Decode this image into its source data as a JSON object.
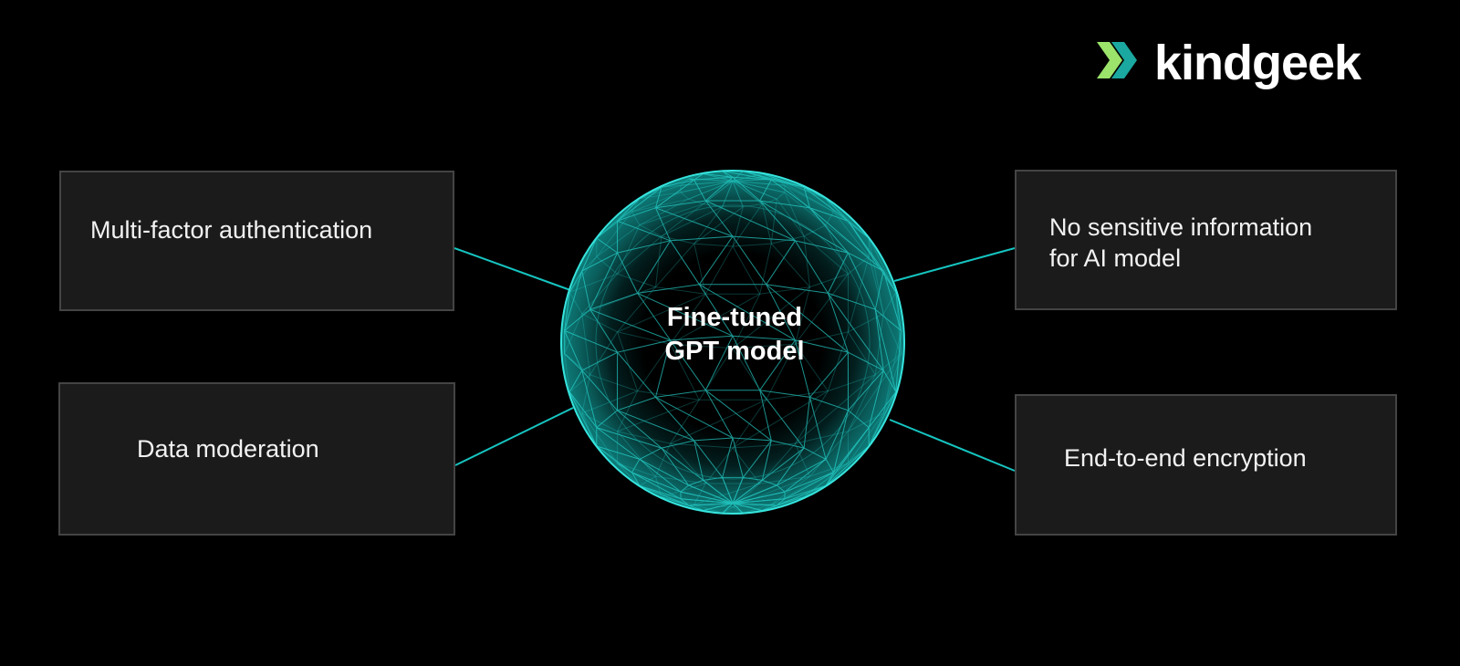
{
  "brand": {
    "name": "kindgeek",
    "logo_icon": "double-chevron-right-icon",
    "logo_colors": [
      "#9be36a",
      "#1aa8a0"
    ]
  },
  "diagram": {
    "center": {
      "label": "Fine-tuned\nGPT model",
      "icon": "wireframe-sphere",
      "color": "#1fd2cc"
    },
    "features": {
      "multi_factor": "Multi-factor authentication",
      "data_moderation": "Data moderation",
      "no_sensitive_info": "No sensitive information\nfor AI model",
      "encryption": "End-to-end encryption"
    },
    "connector_color": "#16c4c0"
  },
  "colors": {
    "background": "#000000",
    "box_fill": "#1b1b1b",
    "box_border": "#444444",
    "text": "#ffffff"
  }
}
